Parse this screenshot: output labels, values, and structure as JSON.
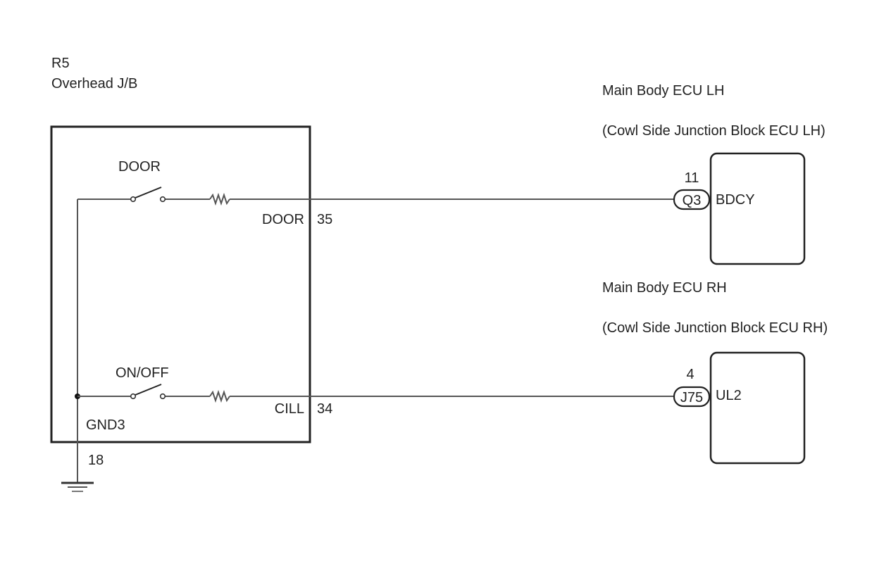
{
  "junction_block": {
    "code": "R5",
    "name": "Overhead J/B",
    "switches": [
      {
        "label": "DOOR",
        "terminal_name": "DOOR",
        "pin": "35"
      },
      {
        "label": "ON/OFF",
        "terminal_name": "CILL",
        "pin": "34"
      }
    ],
    "ground": {
      "terminal_name": "GND3",
      "pin": "18"
    }
  },
  "ecus": [
    {
      "title": "Main Body ECU LH",
      "subtitle": "(Cowl Side Junction Block ECU LH)",
      "connector": "Q3",
      "pin": "11",
      "terminal": "BDCY"
    },
    {
      "title": "Main Body ECU RH",
      "subtitle": "(Cowl Side Junction Block ECU RH)",
      "connector": "J75",
      "pin": "4",
      "terminal": "UL2"
    }
  ]
}
